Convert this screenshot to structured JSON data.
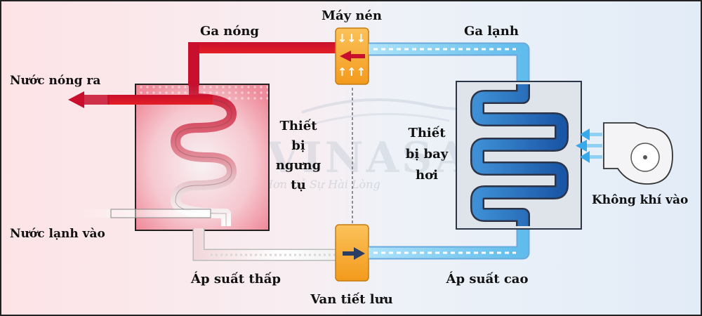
{
  "labels": {
    "compressor": "Máy nén",
    "hot_gas": "Ga nóng",
    "cold_gas": "Ga lạnh",
    "hot_water_out": "Nước nóng ra",
    "cold_water_in": "Nước lạnh vào",
    "condenser": [
      "Thiết",
      "bị",
      "ngưng",
      "tụ"
    ],
    "evaporator": [
      "Thiết",
      "bị bay",
      "hơi"
    ],
    "air_in": "Không khí vào",
    "low_pressure": "Áp suất thấp",
    "high_pressure": "Áp suất cao",
    "expansion_valve": "Van tiết lưu"
  },
  "watermark": {
    "brand": "VINASACO",
    "slogan": "Hơn Cả Sự Hài Lòng"
  },
  "colors": {
    "hot": "#d4151a",
    "cold": "#1e6fc0",
    "ice": "#66c6ef",
    "valve": "#f5a623",
    "frame": "#222222"
  }
}
